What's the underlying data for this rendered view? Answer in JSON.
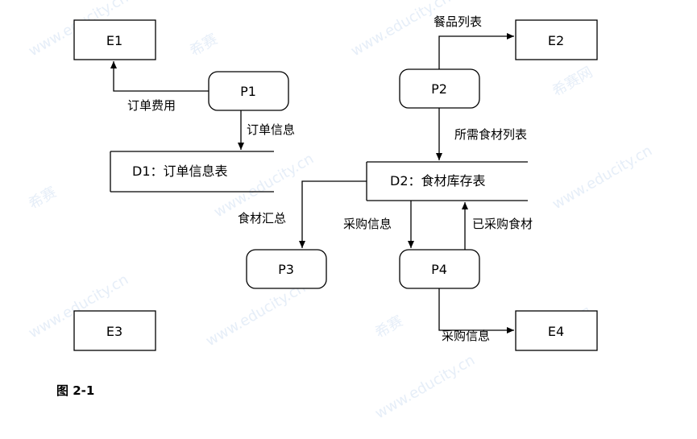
{
  "watermark": {
    "brand": "希赛",
    "site": "www.educity.cn",
    "net": "希赛网"
  },
  "entities": {
    "e1": "E1",
    "e2": "E2",
    "e3": "E3",
    "e4": "E4"
  },
  "processes": {
    "p1": "P1",
    "p2": "P2",
    "p3": "P3",
    "p4": "P4"
  },
  "stores": {
    "d1": "D1：订单信息表",
    "d2": "D2：食材库存表"
  },
  "flows": {
    "order_fee": "订单费用",
    "order_info": "订单信息",
    "dish_list": "餐品列表",
    "ingredients_needed": "所需食材列表",
    "ingredient_summary": "食材汇总",
    "purchase_info_in": "采购信息",
    "purchased_ingredients": "已采购食材",
    "purchase_info_out": "采购信息"
  },
  "caption": "图 2-1"
}
